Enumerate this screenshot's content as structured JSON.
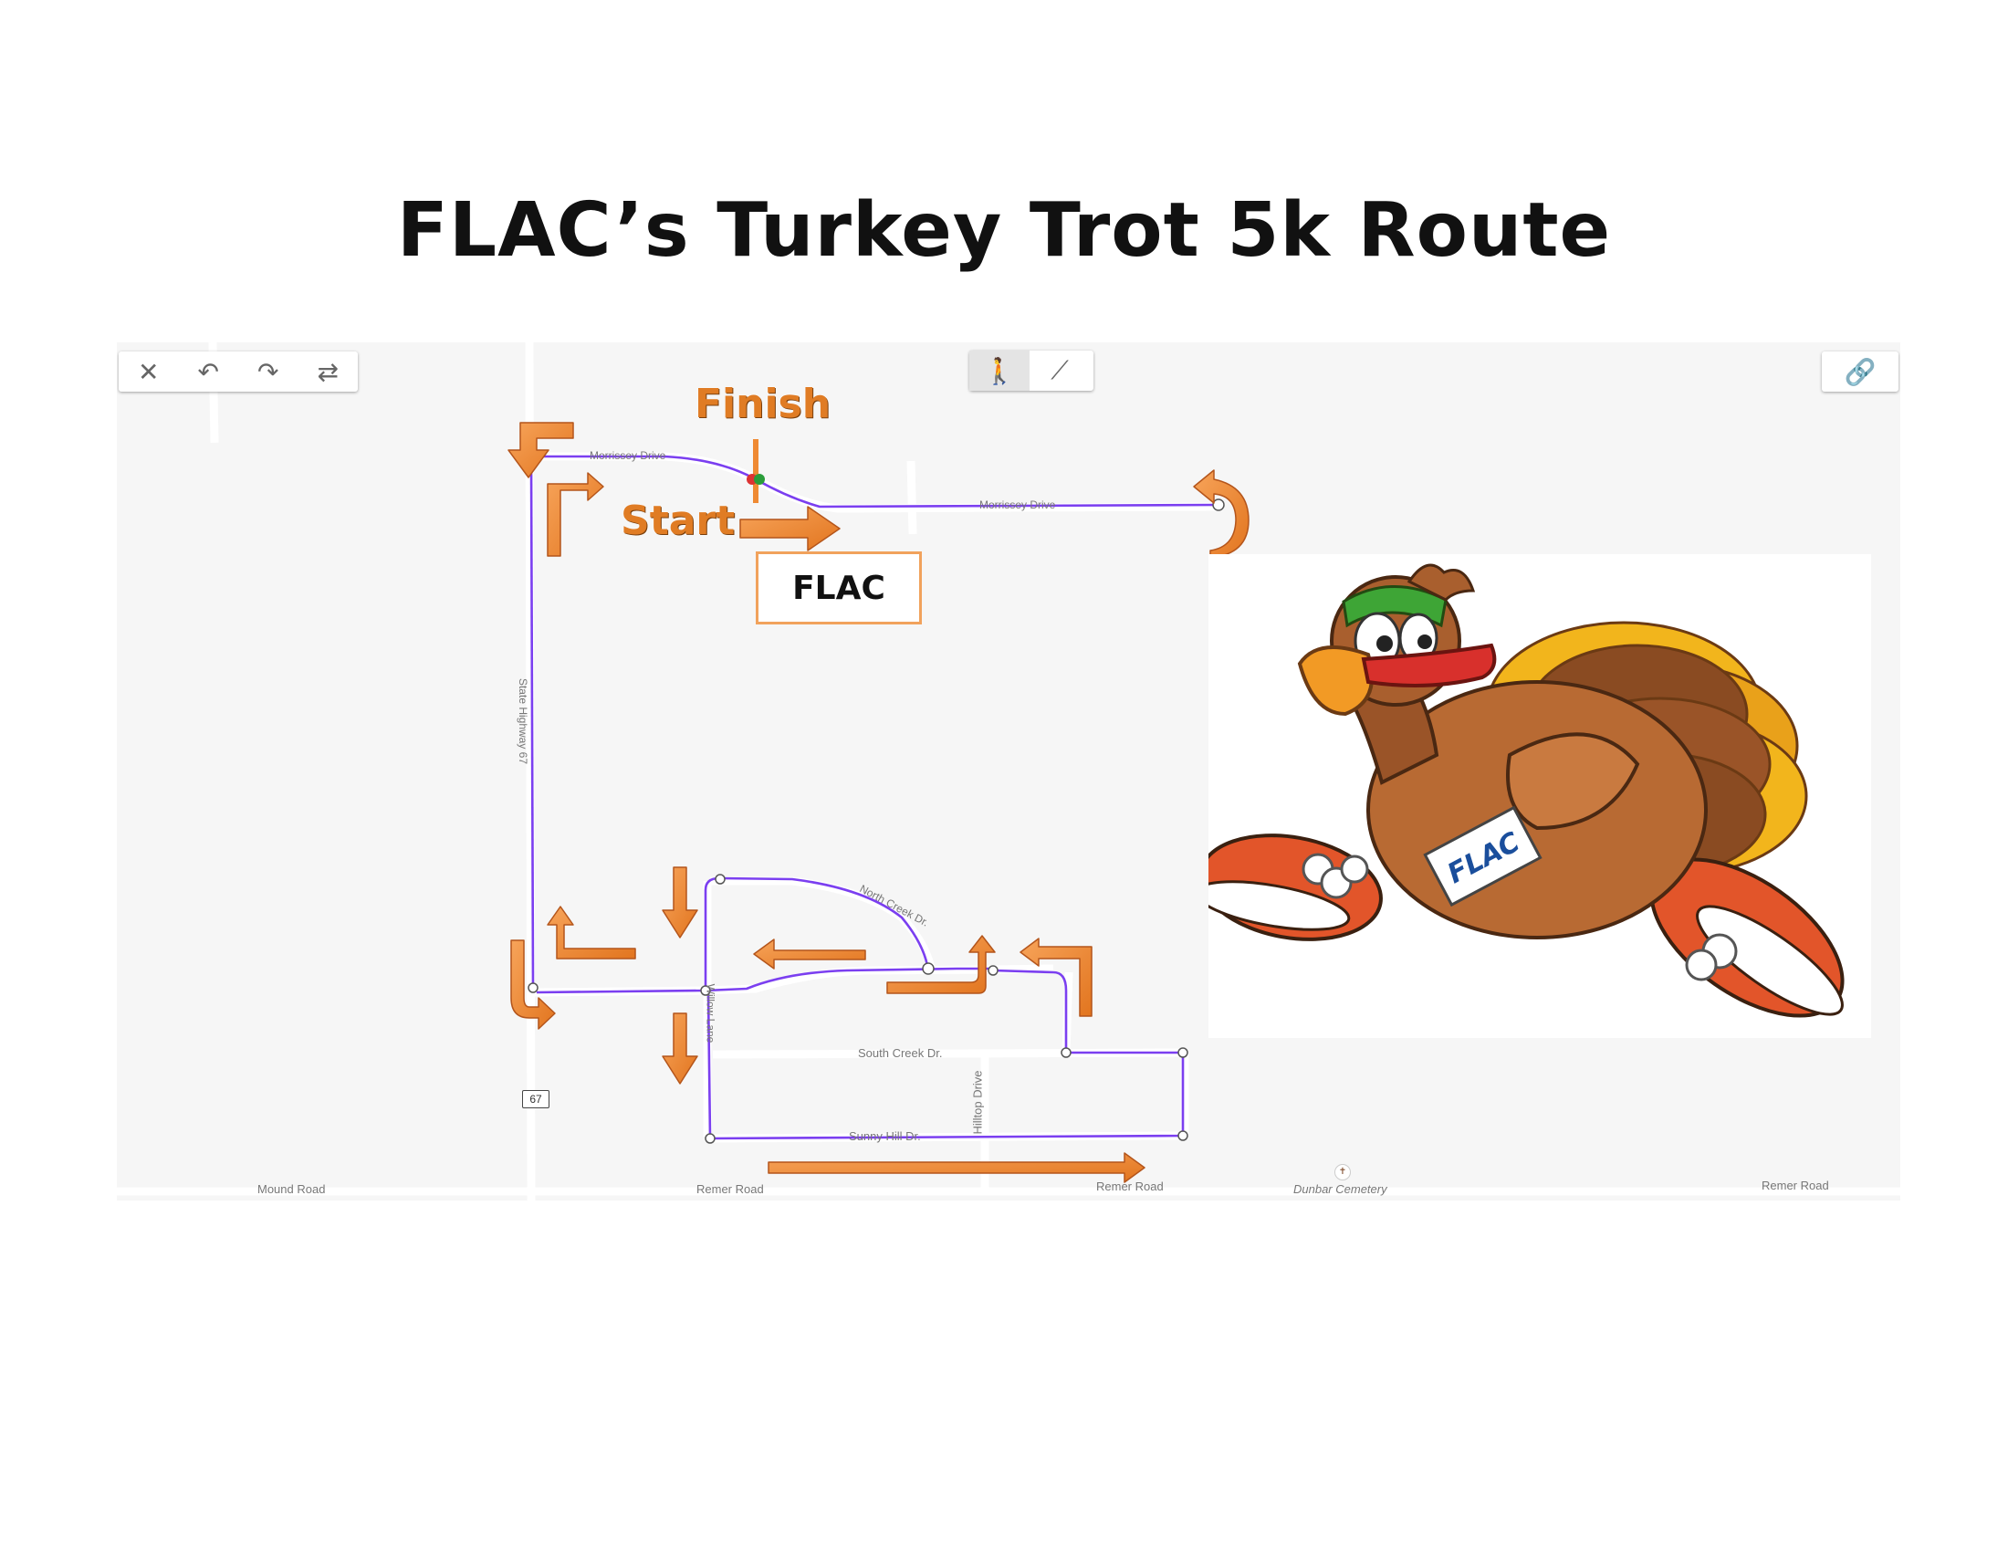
{
  "page": {
    "title": "FLAC’s Turkey Trot 5k Route"
  },
  "toolbar": {
    "left": [
      {
        "name": "close-icon",
        "glyph": "✕"
      },
      {
        "name": "undo-icon",
        "glyph": "↶"
      },
      {
        "name": "redo-icon",
        "glyph": "↷"
      },
      {
        "name": "reverse-route-icon",
        "glyph": "⇄"
      }
    ],
    "mode": [
      {
        "name": "walk-mode-icon",
        "glyph": "🚶",
        "active": true
      },
      {
        "name": "straight-line-icon",
        "glyph": "⟋",
        "active": false
      }
    ],
    "right": [
      {
        "name": "link-icon",
        "glyph": "🔗"
      }
    ]
  },
  "annotations": {
    "finish": "Finish",
    "start": "Start",
    "flac_box": "FLAC"
  },
  "roads": {
    "morrissey_1": "Morrissey Drive",
    "morrissey_2": "Morrissey Drive",
    "state_hwy": "State Highway 67",
    "north_creek": "North Creek Dr.",
    "willow_lane": "Willow Lane",
    "south_creek": "South Creek Dr.",
    "hilltop": "Hilltop Drive",
    "sunny_hill": "Sunny Hill Dr.",
    "mound": "Mound Road",
    "remer_1": "Remer Road",
    "remer_2": "Remer Road",
    "remer_3": "Remer Road",
    "dunbar": "Dunbar Cemetery",
    "hwy_shield": "67"
  },
  "mascot": {
    "badge": "FLAC"
  },
  "colors": {
    "route": "#7b3ff0",
    "arrow_fill": "#ef8a33",
    "arrow_stroke": "#b4551b",
    "label_orange": "#e07c24"
  }
}
